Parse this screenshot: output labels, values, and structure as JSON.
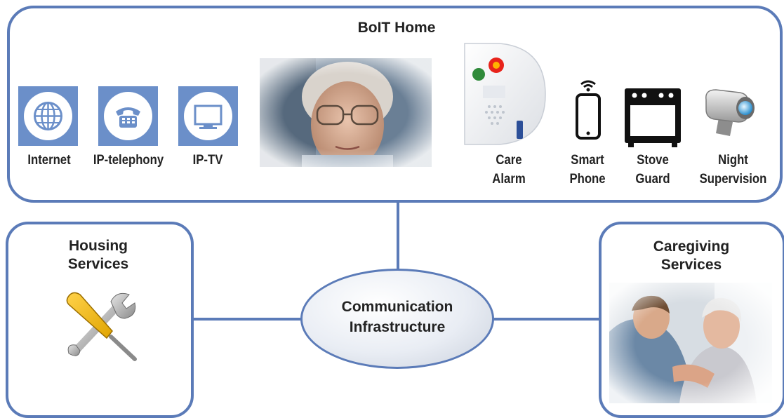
{
  "home": {
    "title": "BoIT Home",
    "services": [
      {
        "label": "Internet",
        "icon": "globe-icon"
      },
      {
        "label": "IP-telephony",
        "icon": "telephone-icon"
      },
      {
        "label": "IP-TV",
        "icon": "tv-icon"
      }
    ],
    "devices": [
      {
        "label": "Care\nAlarm",
        "icon": "care-alarm-device"
      },
      {
        "label": "Smart\nPhone",
        "icon": "smartphone-icon"
      },
      {
        "label": "Stove\nGuard",
        "icon": "stove-icon"
      },
      {
        "label": "Night\nSupervision",
        "icon": "camera-icon"
      }
    ]
  },
  "housing": {
    "title": "Housing\nServices",
    "icon": "tools-icon"
  },
  "caregiving": {
    "title": "Caregiving\nServices"
  },
  "hub": {
    "label": "Communication\nInfrastructure"
  },
  "colors": {
    "border": "#5b7bb8",
    "tile": "#6b8fc9"
  }
}
